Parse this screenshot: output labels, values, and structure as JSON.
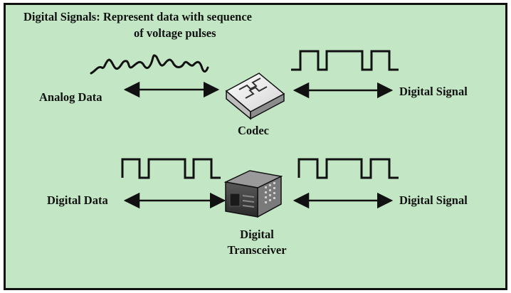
{
  "title": {
    "line1": "Digital Signals: Represent data with sequence",
    "line2": "of voltage pulses"
  },
  "top_row": {
    "left_label": "Analog Data",
    "device_label": "Codec",
    "device_icon": "codec-device-icon",
    "right_label": "Digital Signal"
  },
  "bottom_row": {
    "left_label": "Digital Data",
    "device_label_line1": "Digital",
    "device_label_line2": "Transceiver",
    "device_icon": "digital-transceiver-icon",
    "right_label": "Digital Signal"
  },
  "colors": {
    "background": "#c3e6c5",
    "border": "#111111",
    "ink": "#111111"
  }
}
